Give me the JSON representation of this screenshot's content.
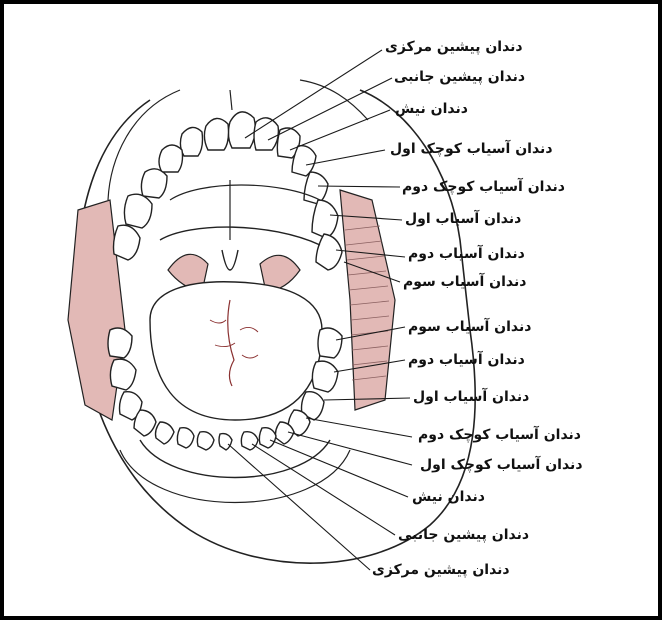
{
  "colors": {
    "border": "#000000",
    "lip_fill": "#e2b9b6",
    "line": "#1a1a1a"
  },
  "upper_labels": [
    "دندان پیشین مرکزی",
    "دندان پیشین جانبی",
    "دندان نیش",
    "دندان آسیاب کوچک اول",
    "دندان آسیاب کوچک دوم",
    "دندان آسیاب اول",
    "دندان آسیاب دوم",
    "دندان آسیاب سوم"
  ],
  "lower_labels": [
    "دندان آسیاب سوم",
    "دندان آسیاب دوم",
    "دندان آسیاب اول",
    "دندان آسیاب کوچک دوم",
    "دندان آسیاب کوچک اول",
    "دندان نیش",
    "دندان پیشین جانبی",
    "دندان پیشین مرکزی"
  ]
}
